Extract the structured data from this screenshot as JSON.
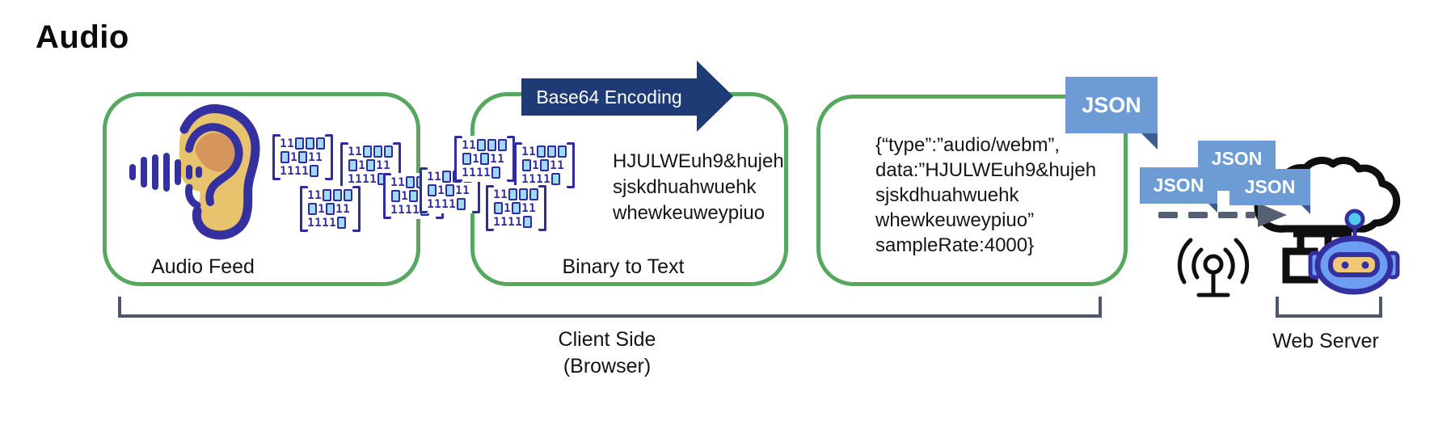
{
  "title": "Audio",
  "colors": {
    "box_border_green": "#57a75f",
    "arrow_navy": "#1e3b76",
    "json_tag_blue": "#6d9cd4",
    "json_fold_blue": "#3d5c92",
    "binary_indigo": "#2e2ca0",
    "binary_zero_fill": "#9ed9f5",
    "bracket_slate": "#4b586c",
    "ear_tan": "#e8c36d",
    "ear_inner_tan": "#d6955a",
    "robot_blue": "#6d9ef2",
    "antenna_ball_cyan": "#55c8ef",
    "visor_gold": "#f1c878"
  },
  "stage_audio_feed": {
    "label": "Audio Feed"
  },
  "encoding_arrow": {
    "label": "Base64 Encoding"
  },
  "stage_binary_to_text": {
    "label": "Binary to Text",
    "encoded_lines": [
      "HJULWEuh9&hujeh",
      "sjskdhuahwuehk",
      "whewkeuweypiuo"
    ]
  },
  "stage_json": {
    "tag": "JSON",
    "lines": [
      "{“type”:”audio/webm”,",
      "data:”HJULWEuh9&hujeh",
      "sjskdhuahwuehk",
      "whewkeuweypiuo”",
      "sampleRate:4000}"
    ]
  },
  "binary_block": {
    "rows": [
      "11000",
      "01011",
      "11110"
    ]
  },
  "json_packets": {
    "tag_top": "JSON",
    "tag_left": "JSON",
    "tag_right": "JSON"
  },
  "client_bracket": {
    "line1": "Client Side",
    "line2": "(Browser)"
  },
  "server_bracket": {
    "label": "Web Server"
  }
}
